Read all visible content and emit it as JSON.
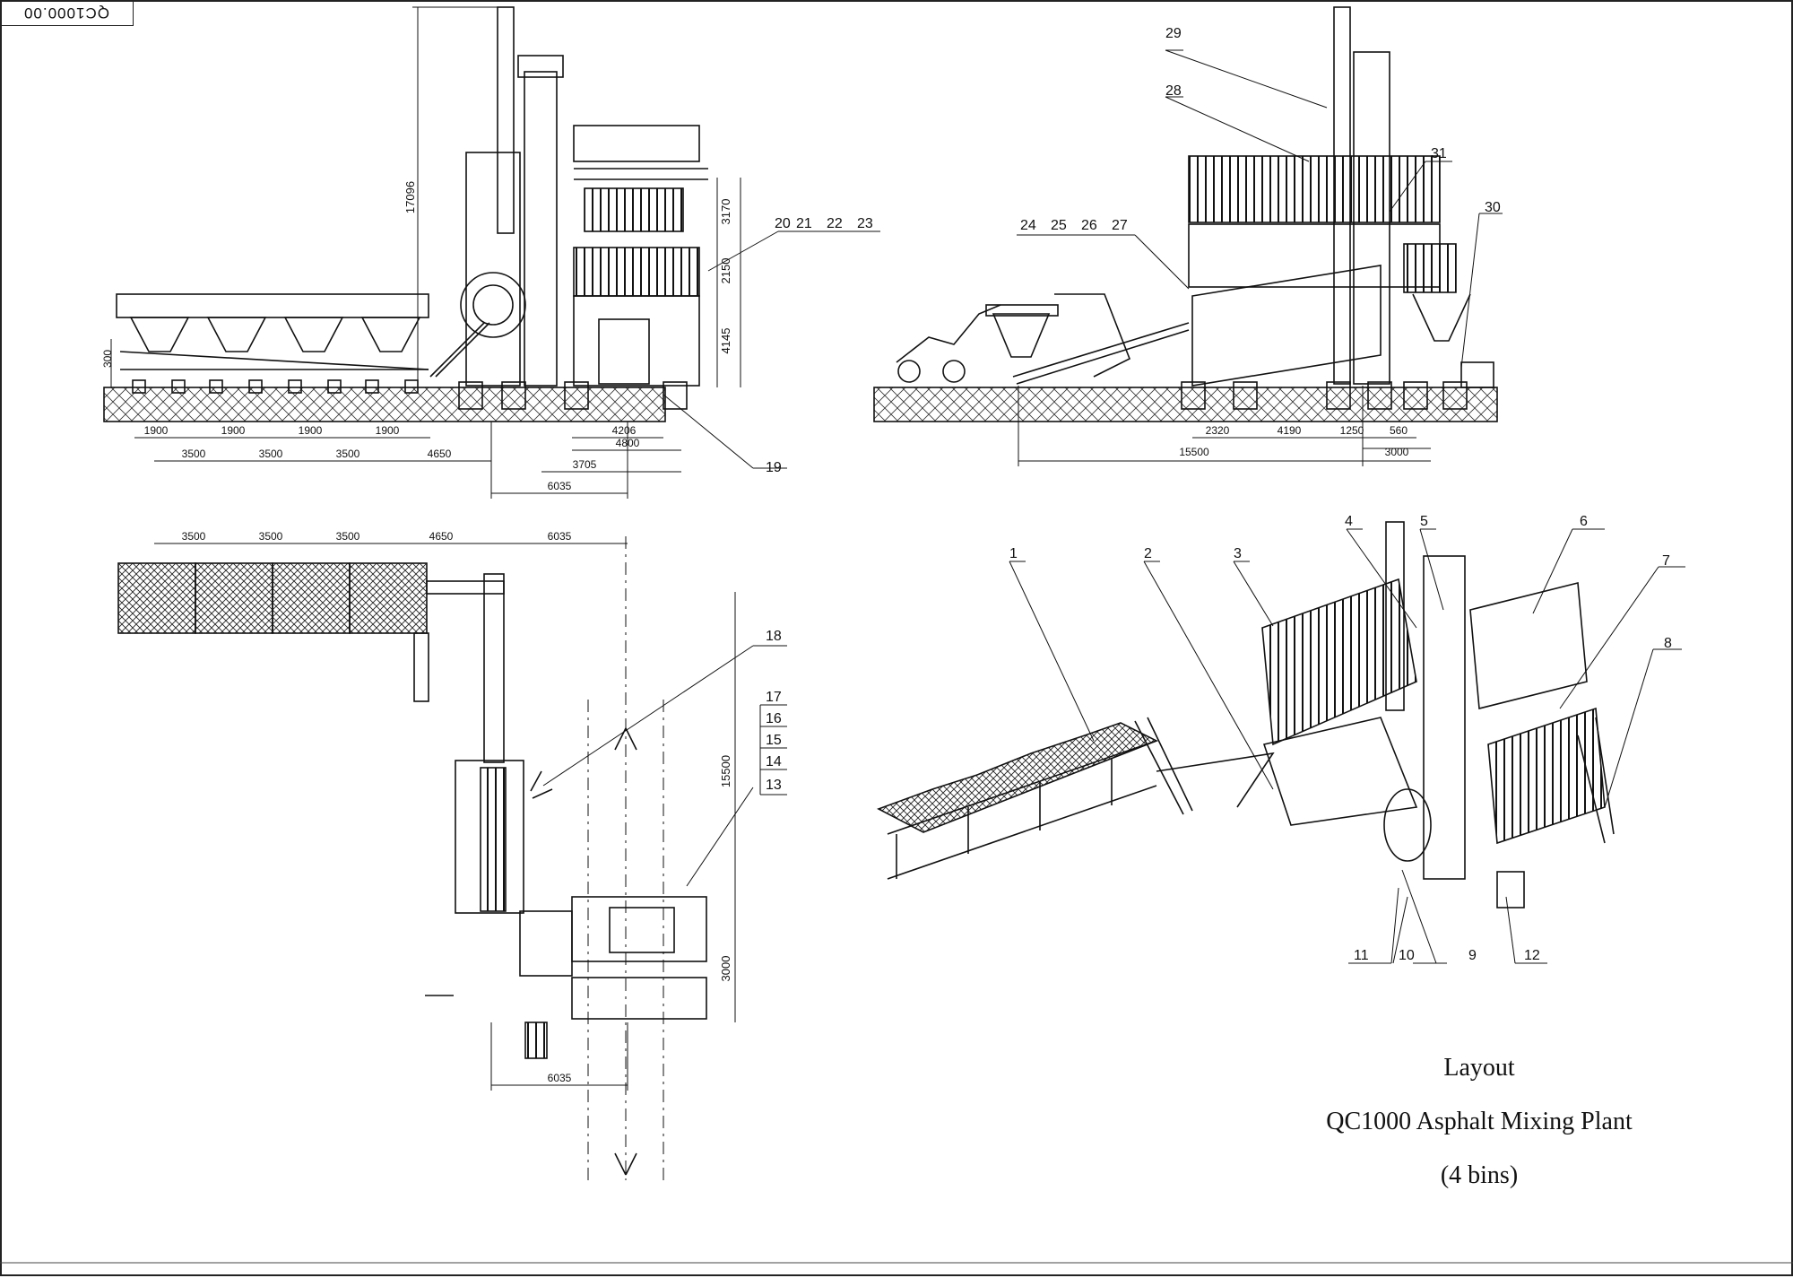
{
  "stamp": {
    "text": "QC1000.00"
  },
  "title": {
    "line1": "Layout",
    "line2": "QC1000 Asphalt Mixing Plant",
    "line3": "(4 bins)"
  },
  "views": {
    "front": {
      "dims": {
        "height_total": "17096",
        "side_3170": "3170",
        "side_2150": "2150",
        "side_4145": "4145",
        "side_300": "300",
        "bin_1": "1900",
        "bin_2": "1900",
        "bin_3": "1900",
        "bin_4": "1900",
        "pitch_1": "3500",
        "pitch_2": "3500",
        "pitch_3": "3500",
        "run_4650": "4650",
        "d_4206": "4206",
        "d_4800": "4800",
        "d_3705": "3705",
        "d_6035": "6035"
      },
      "labels": [
        "20",
        "21",
        "22",
        "23",
        "19"
      ]
    },
    "side": {
      "dims": {
        "d_2320": "2320",
        "d_4190": "4190",
        "d_1250": "1250",
        "d_560": "560",
        "d_15500": "15500",
        "d_3000": "3000"
      },
      "labels": [
        "29",
        "28",
        "31",
        "30",
        "24",
        "25",
        "26",
        "27"
      ]
    },
    "plan": {
      "dims": {
        "p_1": "3500",
        "p_2": "3500",
        "p_3": "3500",
        "p_4650": "4650",
        "p_6035": "6035",
        "v_15500": "15500",
        "v_3000": "3000",
        "b_6035": "6035"
      },
      "labels": [
        "18",
        "17",
        "16",
        "15",
        "14",
        "13"
      ]
    },
    "iso": {
      "labels": [
        "1",
        "2",
        "3",
        "4",
        "5",
        "6",
        "7",
        "8",
        "9",
        "10",
        "11",
        "12"
      ]
    }
  }
}
